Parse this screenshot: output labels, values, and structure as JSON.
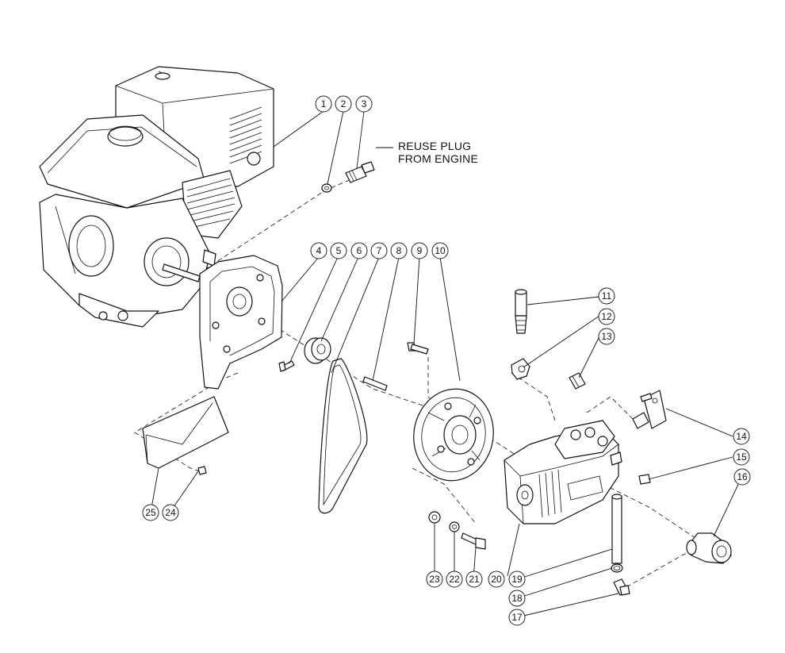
{
  "note": {
    "line1": "REUSE PLUG",
    "line2": "FROM ENGINE"
  },
  "callouts": [
    "1",
    "2",
    "3",
    "4",
    "5",
    "6",
    "7",
    "8",
    "9",
    "10",
    "11",
    "12",
    "13",
    "14",
    "15",
    "16",
    "17",
    "18",
    "19",
    "20",
    "21",
    "22",
    "23",
    "24",
    "25"
  ]
}
